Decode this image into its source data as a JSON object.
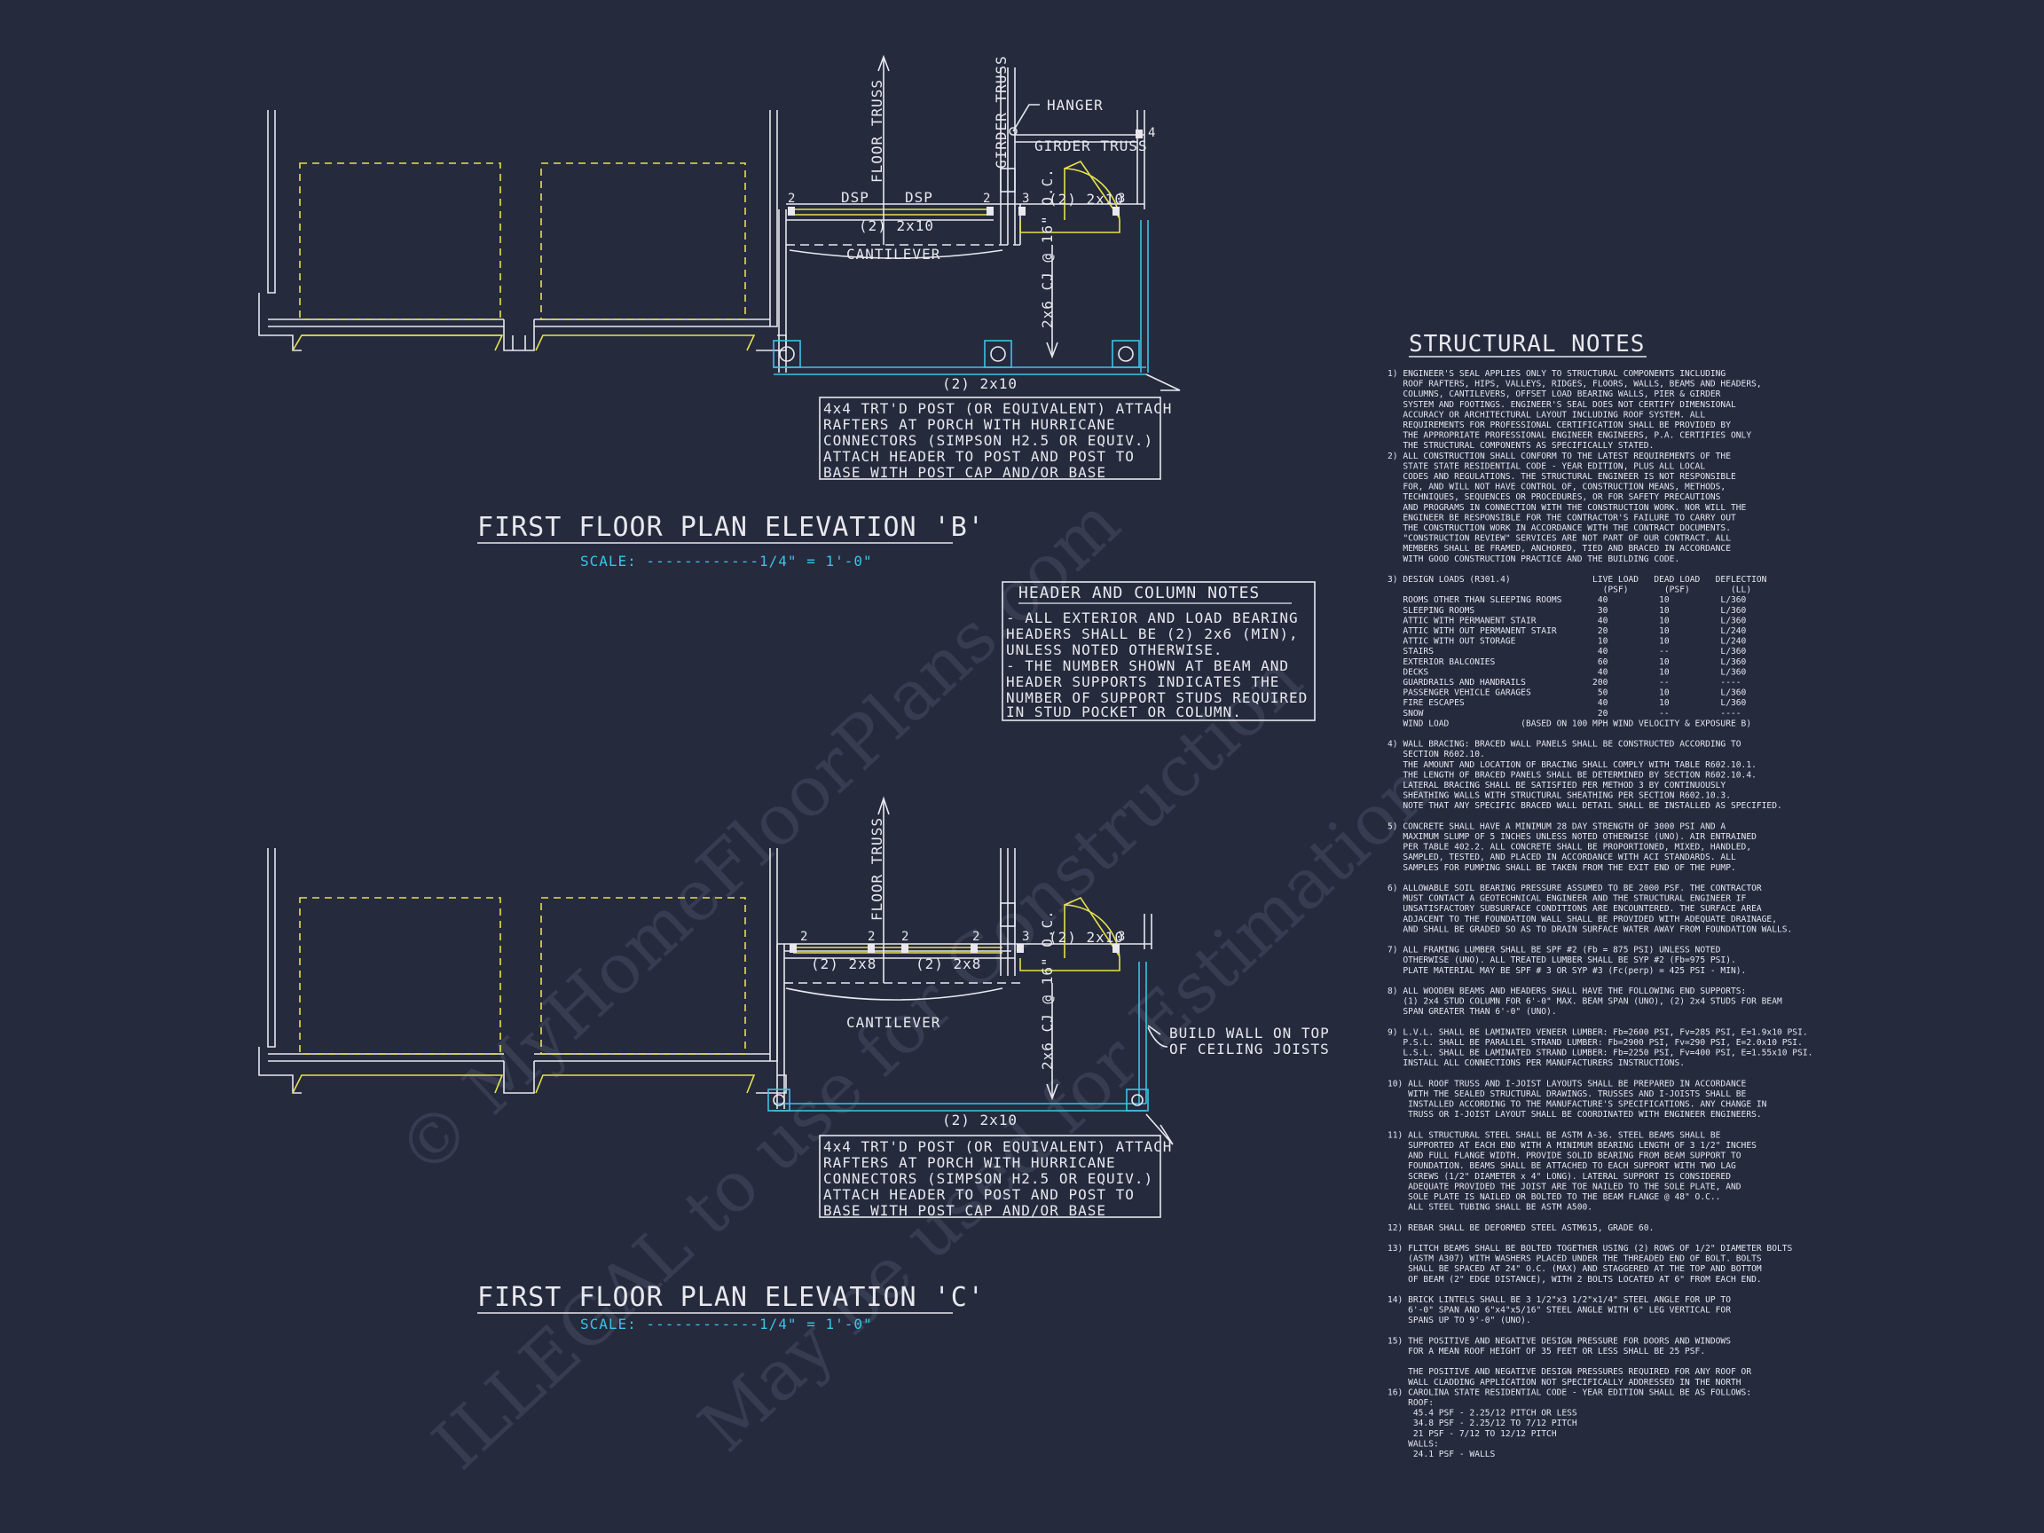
{
  "watermark": {
    "line1": "© MyHomeFloorPlans.com",
    "line2": "ILLEGAL to use for Construction",
    "line3": "May be used for Estimation"
  },
  "elevation_b": {
    "title": "FIRST FLOOR PLAN ELEVATION 'B'",
    "scale": "SCALE: ------------1/4\" = 1'-0\"",
    "floor_truss": "FLOOR TRUSS",
    "girder_truss_v": "GIRDER TRUSS",
    "hanger": "HANGER",
    "girder_truss_h": "GIRDER TRUSS",
    "dsp1": "DSP",
    "dsp2": "DSP",
    "beam": "(2) 2x10",
    "corner_beam": "(2) 2x10",
    "cantilever": "CANTILEVER",
    "cj": "2x6 CJ @ 16\" O.C.",
    "header": "(2) 2x10",
    "studs": [
      "2",
      "2",
      "3",
      "3",
      "4"
    ],
    "post_note": [
      "4x4 TRT'D POST (OR EQUIVALENT) ATTACH",
      "RAFTERS AT PORCH WITH HURRICANE",
      "CONNECTORS (SIMPSON H2.5 OR EQUIV.)",
      "ATTACH HEADER TO POST AND POST TO",
      "BASE WITH POST CAP AND/OR BASE"
    ]
  },
  "elevation_c": {
    "title": "FIRST FLOOR PLAN ELEVATION 'C'",
    "scale": "SCALE: ------------1/4\" = 1'-0\"",
    "floor_truss": "FLOOR TRUSS",
    "beam1": "(2) 2x8",
    "beam2": "(2) 2x8",
    "corner_beam": "(2) 2x10",
    "cantilever": "CANTILEVER",
    "cj": "2x6 CJ @ 16\" O.C.",
    "header": "(2) 2x10",
    "build_wall": [
      "BUILD WALL ON TOP",
      "OF CEILING JOISTS"
    ],
    "studs": [
      "2",
      "2",
      "2",
      "2",
      "3",
      "3"
    ],
    "post_note": [
      "4x4 TRT'D POST (OR EQUIVALENT) ATTACH",
      "RAFTERS AT PORCH WITH HURRICANE",
      "CONNECTORS (SIMPSON H2.5 OR EQUIV.)",
      "ATTACH HEADER TO POST AND POST TO",
      "BASE WITH POST CAP AND/OR BASE"
    ]
  },
  "header_notes": {
    "title": "HEADER AND COLUMN NOTES",
    "lines": [
      "- ALL EXTERIOR AND LOAD BEARING",
      "HEADERS SHALL BE (2) 2x6 (MIN),",
      "UNLESS NOTED OTHERWISE.",
      "- THE NUMBER SHOWN AT BEAM AND",
      "HEADER SUPPORTS INDICATES THE",
      "NUMBER OF SUPPORT STUDS REQUIRED",
      "IN STUD POCKET OR COLUMN."
    ]
  },
  "structural_notes": {
    "title": "STRUCTURAL NOTES",
    "lines": [
      "1) ENGINEER'S SEAL APPLIES ONLY TO STRUCTURAL COMPONENTS INCLUDING",
      "   ROOF RAFTERS, HIPS, VALLEYS, RIDGES, FLOORS, WALLS, BEAMS AND HEADERS,",
      "   COLUMNS, CANTILEVERS, OFFSET LOAD BEARING WALLS, PIER & GIRDER",
      "   SYSTEM AND FOOTINGS. ENGINEER'S SEAL DOES NOT CERTIFY DIMENSIONAL",
      "   ACCURACY OR ARCHITECTURAL LAYOUT INCLUDING ROOF SYSTEM. ALL",
      "   REQUIREMENTS FOR PROFESSIONAL CERTIFICATION SHALL BE PROVIDED BY",
      "   THE APPROPRIATE PROFESSIONAL ENGINEER ENGINEERS, P.A. CERTIFIES ONLY",
      "   THE STRUCTURAL COMPONENTS AS SPECIFICALLY STATED.",
      "2) ALL CONSTRUCTION SHALL CONFORM TO THE LATEST REQUIREMENTS OF THE",
      "   STATE STATE RESIDENTIAL CODE - YEAR EDITION, PLUS ALL LOCAL",
      "   CODES AND REGULATIONS. THE STRUCTURAL ENGINEER IS NOT RESPONSIBLE",
      "   FOR, AND WILL NOT HAVE CONTROL OF, CONSTRUCTION MEANS, METHODS,",
      "   TECHNIQUES, SEQUENCES OR PROCEDURES, OR FOR SAFETY PRECAUTIONS",
      "   AND PROGRAMS IN CONNECTION WITH THE CONSTRUCTION WORK. NOR WILL THE",
      "   ENGINEER BE RESPONSIBLE FOR THE CONTRACTOR'S FAILURE TO CARRY OUT",
      "   THE CONSTRUCTION WORK IN ACCORDANCE WITH THE CONTRACT DOCUMENTS.",
      "   \"CONSTRUCTION REVIEW\" SERVICES ARE NOT PART OF OUR CONTRACT. ALL",
      "   MEMBERS SHALL BE FRAMED, ANCHORED, TIED AND BRACED IN ACCORDANCE",
      "   WITH GOOD CONSTRUCTION PRACTICE AND THE BUILDING CODE.",
      "",
      "3) DESIGN LOADS (R301.4)                LIVE LOAD   DEAD LOAD   DEFLECTION",
      "                                          (PSF)       (PSF)        (LL)",
      "   ROOMS OTHER THAN SLEEPING ROOMS       40          10          L/360",
      "   SLEEPING ROOMS                        30          10          L/360",
      "   ATTIC WITH PERMANENT STAIR            40          10          L/360",
      "   ATTIC WITH OUT PERMANENT STAIR        20          10          L/240",
      "   ATTIC WITH OUT STORAGE                10          10          L/240",
      "   STAIRS                                40          --          L/360",
      "   EXTERIOR BALCONIES                    60          10          L/360",
      "   DECKS                                 40          10          L/360",
      "   GUARDRAILS AND HANDRAILS             200          --          ----",
      "   PASSENGER VEHICLE GARAGES             50          10          L/360",
      "   FIRE ESCAPES                          40          10          L/360",
      "   SNOW                                  20          --          ----",
      "   WIND LOAD              (BASED ON 100 MPH WIND VELOCITY & EXPOSURE B)",
      "",
      "4) WALL BRACING: BRACED WALL PANELS SHALL BE CONSTRUCTED ACCORDING TO",
      "   SECTION R602.10.",
      "   THE AMOUNT AND LOCATION OF BRACING SHALL COMPLY WITH TABLE R602.10.1.",
      "   THE LENGTH OF BRACED PANELS SHALL BE DETERMINED BY SECTION R602.10.4.",
      "   LATERAL BRACING SHALL BE SATISFIED PER METHOD 3 BY CONTINUOUSLY",
      "   SHEATHING WALLS WITH STRUCTURAL SHEATHING PER SECTION R602.10.3.",
      "   NOTE THAT ANY SPECIFIC BRACED WALL DETAIL SHALL BE INSTALLED AS SPECIFIED.",
      "",
      "5) CONCRETE SHALL HAVE A MINIMUM 28 DAY STRENGTH OF 3000 PSI AND A",
      "   MAXIMUM SLUMP OF 5 INCHES UNLESS NOTED OTHERWISE (UNO). AIR ENTRAINED",
      "   PER TABLE 402.2. ALL CONCRETE SHALL BE PROPORTIONED, MIXED, HANDLED,",
      "   SAMPLED, TESTED, AND PLACED IN ACCORDANCE WITH ACI STANDARDS. ALL",
      "   SAMPLES FOR PUMPING SHALL BE TAKEN FROM THE EXIT END OF THE PUMP.",
      "",
      "6) ALLOWABLE SOIL BEARING PRESSURE ASSUMED TO BE 2000 PSF. THE CONTRACTOR",
      "   MUST CONTACT A GEOTECHNICAL ENGINEER AND THE STRUCTURAL ENGINEER IF",
      "   UNSATISFACTORY SUBSURFACE CONDITIONS ARE ENCOUNTERED. THE SURFACE AREA",
      "   ADJACENT TO THE FOUNDATION WALL SHALL BE PROVIDED WITH ADEQUATE DRAINAGE,",
      "   AND SHALL BE GRADED SO AS TO DRAIN SURFACE WATER AWAY FROM FOUNDATION WALLS.",
      "",
      "7) ALL FRAMING LUMBER SHALL BE SPF #2 (Fb = 875 PSI) UNLESS NOTED",
      "   OTHERWISE (UNO). ALL TREATED LUMBER SHALL BE SYP #2 (Fb=975 PSI).",
      "   PLATE MATERIAL MAY BE SPF # 3 OR SYP #3 (Fc(perp) = 425 PSI - MIN).",
      "",
      "8) ALL WOODEN BEAMS AND HEADERS SHALL HAVE THE FOLLOWING END SUPPORTS:",
      "   (1) 2x4 STUD COLUMN FOR 6'-0\" MAX. BEAM SPAN (UNO), (2) 2x4 STUDS FOR BEAM",
      "   SPAN GREATER THAN 6'-0\" (UNO).",
      "",
      "9) L.V.L. SHALL BE LAMINATED VENEER LUMBER: Fb=2600 PSI, Fv=285 PSI, E=1.9x10 PSI.",
      "   P.S.L. SHALL BE PARALLEL STRAND LUMBER: Fb=2900 PSI, Fv=290 PSI, E=2.0x10 PSI.",
      "   L.S.L. SHALL BE LAMINATED STRAND LUMBER: Fb=2250 PSI, Fv=400 PSI, E=1.55x10 PSI.",
      "   INSTALL ALL CONNECTIONS PER MANUFACTURERS INSTRUCTIONS.",
      "",
      "10) ALL ROOF TRUSS AND I-JOIST LAYOUTS SHALL BE PREPARED IN ACCORDANCE",
      "    WITH THE SEALED STRUCTURAL DRAWINGS. TRUSSES AND I-JOISTS SHALL BE",
      "    INSTALLED ACCORDING TO THE MANUFACTURE'S SPECIFICATIONS. ANY CHANGE IN",
      "    TRUSS OR I-JOIST LAYOUT SHALL BE COORDINATED WITH ENGINEER ENGINEERS.",
      "",
      "11) ALL STRUCTURAL STEEL SHALL BE ASTM A-36. STEEL BEAMS SHALL BE",
      "    SUPPORTED AT EACH END WITH A MINIMUM BEARING LENGTH OF 3 1/2\" INCHES",
      "    AND FULL FLANGE WIDTH. PROVIDE SOLID BEARING FROM BEAM SUPPORT TO",
      "    FOUNDATION. BEAMS SHALL BE ATTACHED TO EACH SUPPORT WITH TWO LAG",
      "    SCREWS (1/2\" DIAMETER x 4\" LONG). LATERAL SUPPORT IS CONSIDERED",
      "    ADEQUATE PROVIDED THE JOIST ARE TOE NAILED TO THE SOLE PLATE, AND",
      "    SOLE PLATE IS NAILED OR BOLTED TO THE BEAM FLANGE @ 48\" O.C..",
      "    ALL STEEL TUBING SHALL BE ASTM A500.",
      "",
      "12) REBAR SHALL BE DEFORMED STEEL ASTM615, GRADE 60.",
      "",
      "13) FLITCH BEAMS SHALL BE BOLTED TOGETHER USING (2) ROWS OF 1/2\" DIAMETER BOLTS",
      "    (ASTM A307) WITH WASHERS PLACED UNDER THE THREADED END OF BOLT. BOLTS",
      "    SHALL BE SPACED AT 24\" O.C. (MAX) AND STAGGERED AT THE TOP AND BOTTOM",
      "    OF BEAM (2\" EDGE DISTANCE), WITH 2 BOLTS LOCATED AT 6\" FROM EACH END.",
      "",
      "14) BRICK LINTELS SHALL BE 3 1/2\"x3 1/2\"x1/4\" STEEL ANGLE FOR UP TO",
      "    6'-0\" SPAN AND 6\"x4\"x5/16\" STEEL ANGLE WITH 6\" LEG VERTICAL FOR",
      "    SPANS UP TO 9'-0\" (UNO).",
      "",
      "15) THE POSITIVE AND NEGATIVE DESIGN PRESSURE FOR DOORS AND WINDOWS",
      "    FOR A MEAN ROOF HEIGHT OF 35 FEET OR LESS SHALL BE 25 PSF.",
      "",
      "    THE POSITIVE AND NEGATIVE DESIGN PRESSURES REQUIRED FOR ANY ROOF OR",
      "    WALL CLADDING APPLICATION NOT SPECIFICALLY ADDRESSED IN THE NORTH",
      "16) CAROLINA STATE RESIDENTIAL CODE - YEAR EDITION SHALL BE AS FOLLOWS:",
      "    ROOF:",
      "     45.4 PSF - 2.25/12 PITCH OR LESS",
      "     34.8 PSF - 2.25/12 TO 7/12 PITCH",
      "     21 PSF - 7/12 TO 12/12 PITCH",
      "    WALLS:",
      "     24.1 PSF - WALLS"
    ]
  },
  "colors": {
    "background": "#252a3d",
    "linework": "#e8e8ee",
    "beam": "#e6e24a",
    "accent": "#3cc3e6"
  }
}
